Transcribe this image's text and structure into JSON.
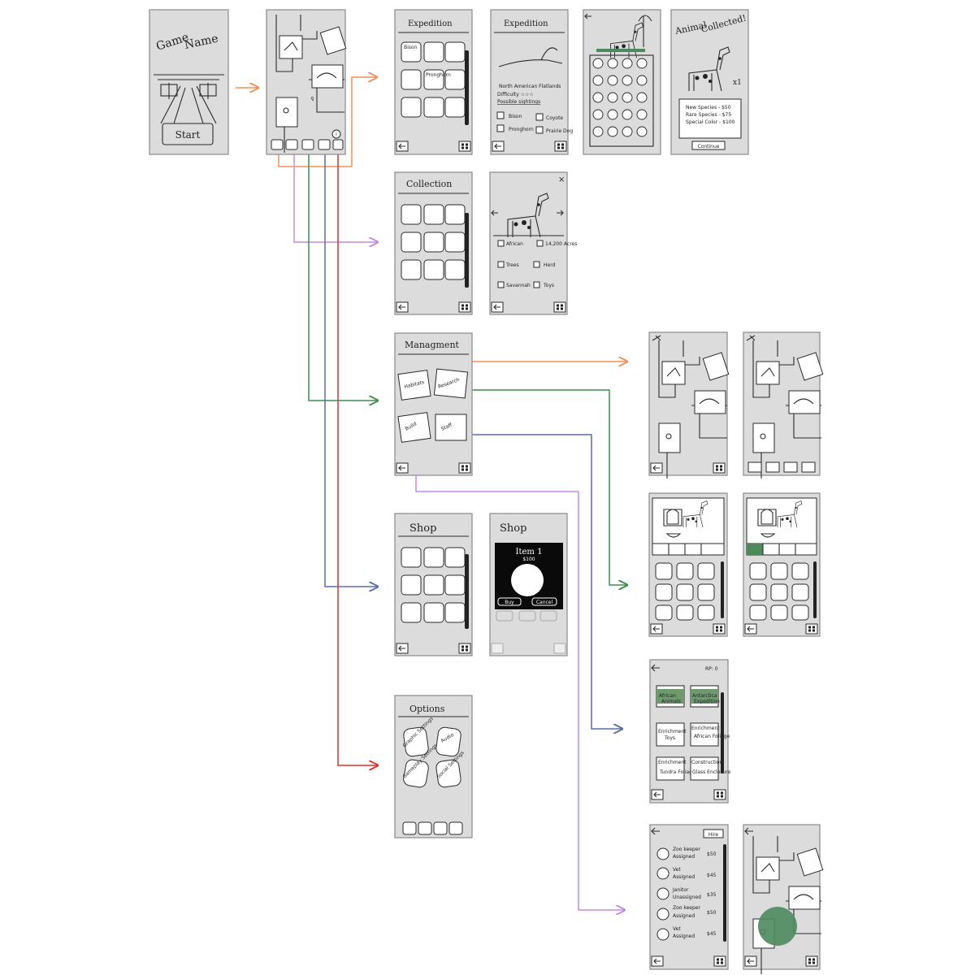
{
  "title_screen": {
    "game_name_1": "Game",
    "game_name_2": "Name",
    "start_label": "Start"
  },
  "expedition": {
    "title": "Expedition",
    "slot_labels": [
      "Bison",
      "Pronghorn"
    ],
    "region": "North American Flatlands",
    "difficulty": "Difficulty ☆☆☆",
    "possible_sightings": "Possible sightings",
    "animals": [
      "Bison",
      "Coyote",
      "Pronghorn",
      "Prairie Dog"
    ]
  },
  "collected": {
    "title_1": "Animal",
    "title_2": "Collected!",
    "multiplier": "x1",
    "rewards": [
      "New Species - $50",
      "Rare Species - $75",
      "Special Color - $100"
    ],
    "continue_label": "Continue"
  },
  "collection": {
    "title": "Collection",
    "close_label": "×",
    "attributes": [
      "African",
      "14,200 Acres",
      "Trees",
      "Herd",
      "Savannah",
      "Toys"
    ]
  },
  "management": {
    "title": "Managment",
    "buttons": [
      "Habitats",
      "Research",
      "Build",
      "Staff"
    ]
  },
  "shop": {
    "title": "Shop",
    "item_name": "Item 1",
    "item_price": "$100",
    "buy_label": "Buy",
    "cancel_label": "Cancel"
  },
  "options": {
    "title": "Options",
    "buttons": [
      "Graphic Settings",
      "Audio",
      "Gameplay Settings",
      "Social Settings"
    ]
  },
  "research": {
    "rp_label": "RP: 0",
    "cards": [
      {
        "title": "African",
        "sub": "Animals"
      },
      {
        "title": "Antarctica",
        "sub": "Expedition"
      },
      {
        "title": "Enrichment",
        "sub": "Toys"
      },
      {
        "title": "Enrichment",
        "sub": "African Foliage"
      },
      {
        "title": "Enrichment",
        "sub": "Tundra Foliage"
      },
      {
        "title": "Construction",
        "sub": "Glass Enclosure"
      }
    ],
    "accent": "#6f9a6f"
  },
  "staff": {
    "hire_label": "Hire",
    "rows": [
      {
        "role": "Zoo keeper",
        "status": "Assigned",
        "cost": "$50"
      },
      {
        "role": "Vet",
        "status": "Assigned",
        "cost": "$45"
      },
      {
        "role": "Janitor",
        "status": "Unassigned",
        "cost": "$35"
      },
      {
        "role": "Zoo keeper",
        "status": "Assigned",
        "cost": "$50"
      },
      {
        "role": "Vet",
        "status": "Assigned",
        "cost": "$45"
      }
    ]
  },
  "link_colors": {
    "expedition": "#f0915a",
    "collection": "#c58be0",
    "management": "#3f8f4f",
    "shop": "#5a6fa8",
    "options": "#d9342b"
  }
}
